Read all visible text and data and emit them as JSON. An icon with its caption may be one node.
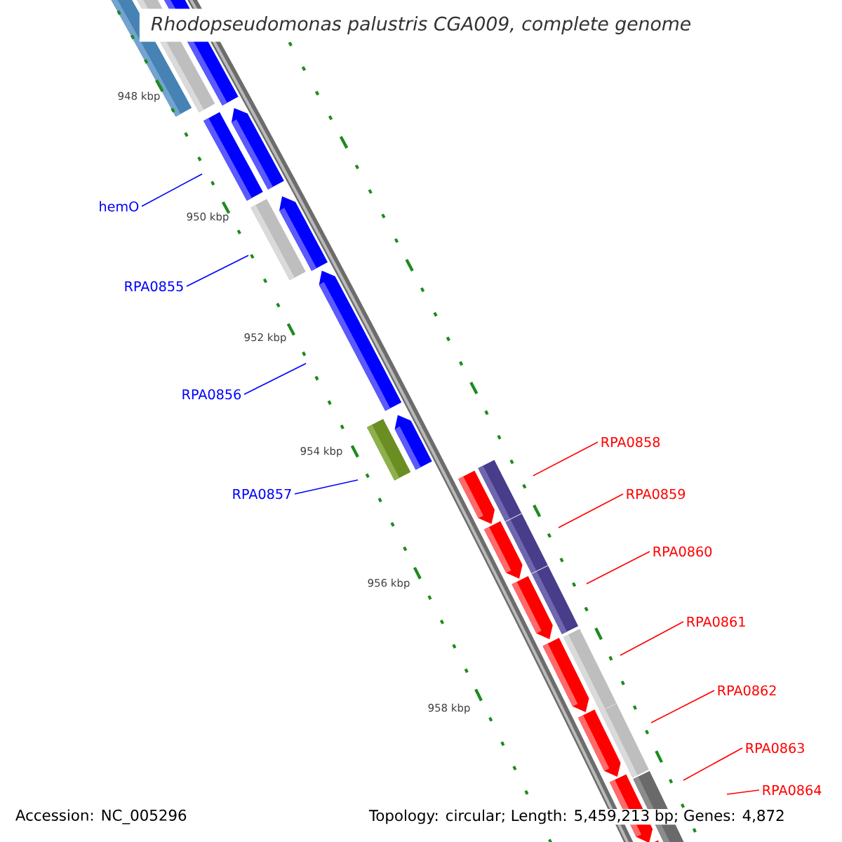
{
  "diagram": {
    "title": "Rhodopseudomonas palustris CGA009, complete genome",
    "nodes": [
      {
        "text": [
          "hemO"
        ]
      },
      {
        "text": [
          "RPA0855"
        ]
      },
      {
        "text": [
          "RPA0856"
        ]
      },
      {
        "text": [
          "RPA0857"
        ]
      },
      {
        "text": [
          "RPA0858"
        ]
      },
      {
        "text": [
          "RPA0859"
        ]
      },
      {
        "text": [
          "RPA0860"
        ]
      },
      {
        "text": [
          "RPA0861"
        ]
      },
      {
        "text": [
          "RPA0862"
        ]
      },
      {
        "text": [
          "RPA0863"
        ]
      },
      {
        "text": [
          "RPA0864"
        ]
      }
    ],
    "edges": [
      {
        "from": 0,
        "to": null,
        "arrow": "none",
        "color": "#0000ff"
      },
      {
        "from": 1,
        "to": null,
        "arrow": "none",
        "color": "#0000ff"
      },
      {
        "from": 2,
        "to": null,
        "arrow": "none",
        "color": "#0000ff"
      },
      {
        "from": 3,
        "to": null,
        "arrow": "none",
        "color": "#0000ff"
      },
      {
        "from": 4,
        "to": null,
        "arrow": "none"
      },
      {
        "from": 5,
        "to": null,
        "arrow": "none"
      },
      {
        "from": 6,
        "to": null,
        "arrow": "none"
      },
      {
        "from": 7,
        "to": null,
        "arrow": "none"
      },
      {
        "from": 8,
        "to": null,
        "arrow": "none"
      },
      {
        "from": 9,
        "to": null,
        "arrow": "none"
      },
      {
        "from": 10,
        "to": null,
        "arrow": "none"
      }
    ],
    "labels": [
      "948 kbp",
      "950 kbp",
      "952 kbp",
      "954 kbp",
      "956 kbp",
      "958 kbp",
      "Accession: NC_005296",
      "Topology: circular; Length: 5,459,213 bp; Genes: 4,872"
    ]
  }
}
